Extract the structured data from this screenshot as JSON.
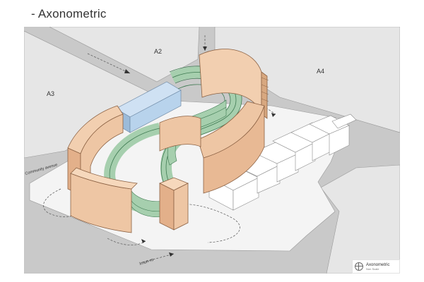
{
  "title": "- Axonometric",
  "zones": {
    "a2": "A2",
    "a3": "A3",
    "a4": "A4"
  },
  "streets": {
    "community_avenue": "Community avenue",
    "imun_ro": "Imun-ro"
  },
  "legend": {
    "title": "Axonometric",
    "subtitle": "Non Scale"
  },
  "colors": {
    "road": "#c9c9c9",
    "block": "#e6e6e6",
    "site": "#f2f2f2",
    "masonry": "#eec6a4",
    "green_roof": "#a6cfae",
    "glass": "#b8d3ec",
    "wireframe": "#ffffff"
  }
}
